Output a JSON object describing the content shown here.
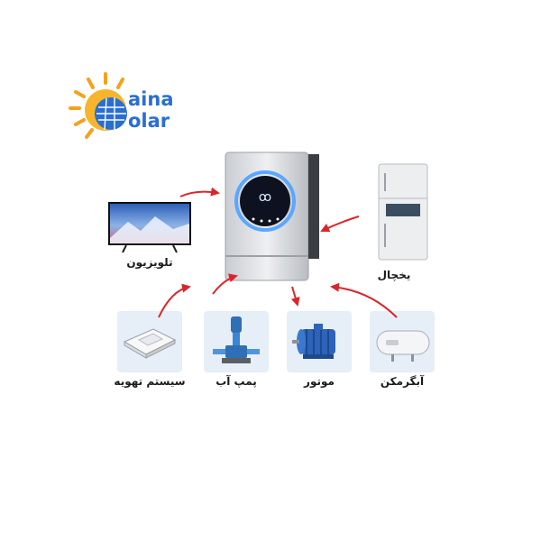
{
  "logo": {
    "line1": "aina",
    "line2": "olar"
  },
  "center_device": {
    "display_glyph": "ꝏ"
  },
  "appliances": {
    "tv": "تلویزیون",
    "fridge": "یخچال",
    "ventilation": "سیستم تهویه",
    "pump": "پمپ آب",
    "motor": "موتور",
    "water_heater": "آبگرمکن"
  },
  "colors": {
    "arrow": "#d9262b",
    "card_bg": "#e6eef7",
    "logo_sun": "#f4a21c",
    "logo_blue": "#2a6fd0"
  }
}
